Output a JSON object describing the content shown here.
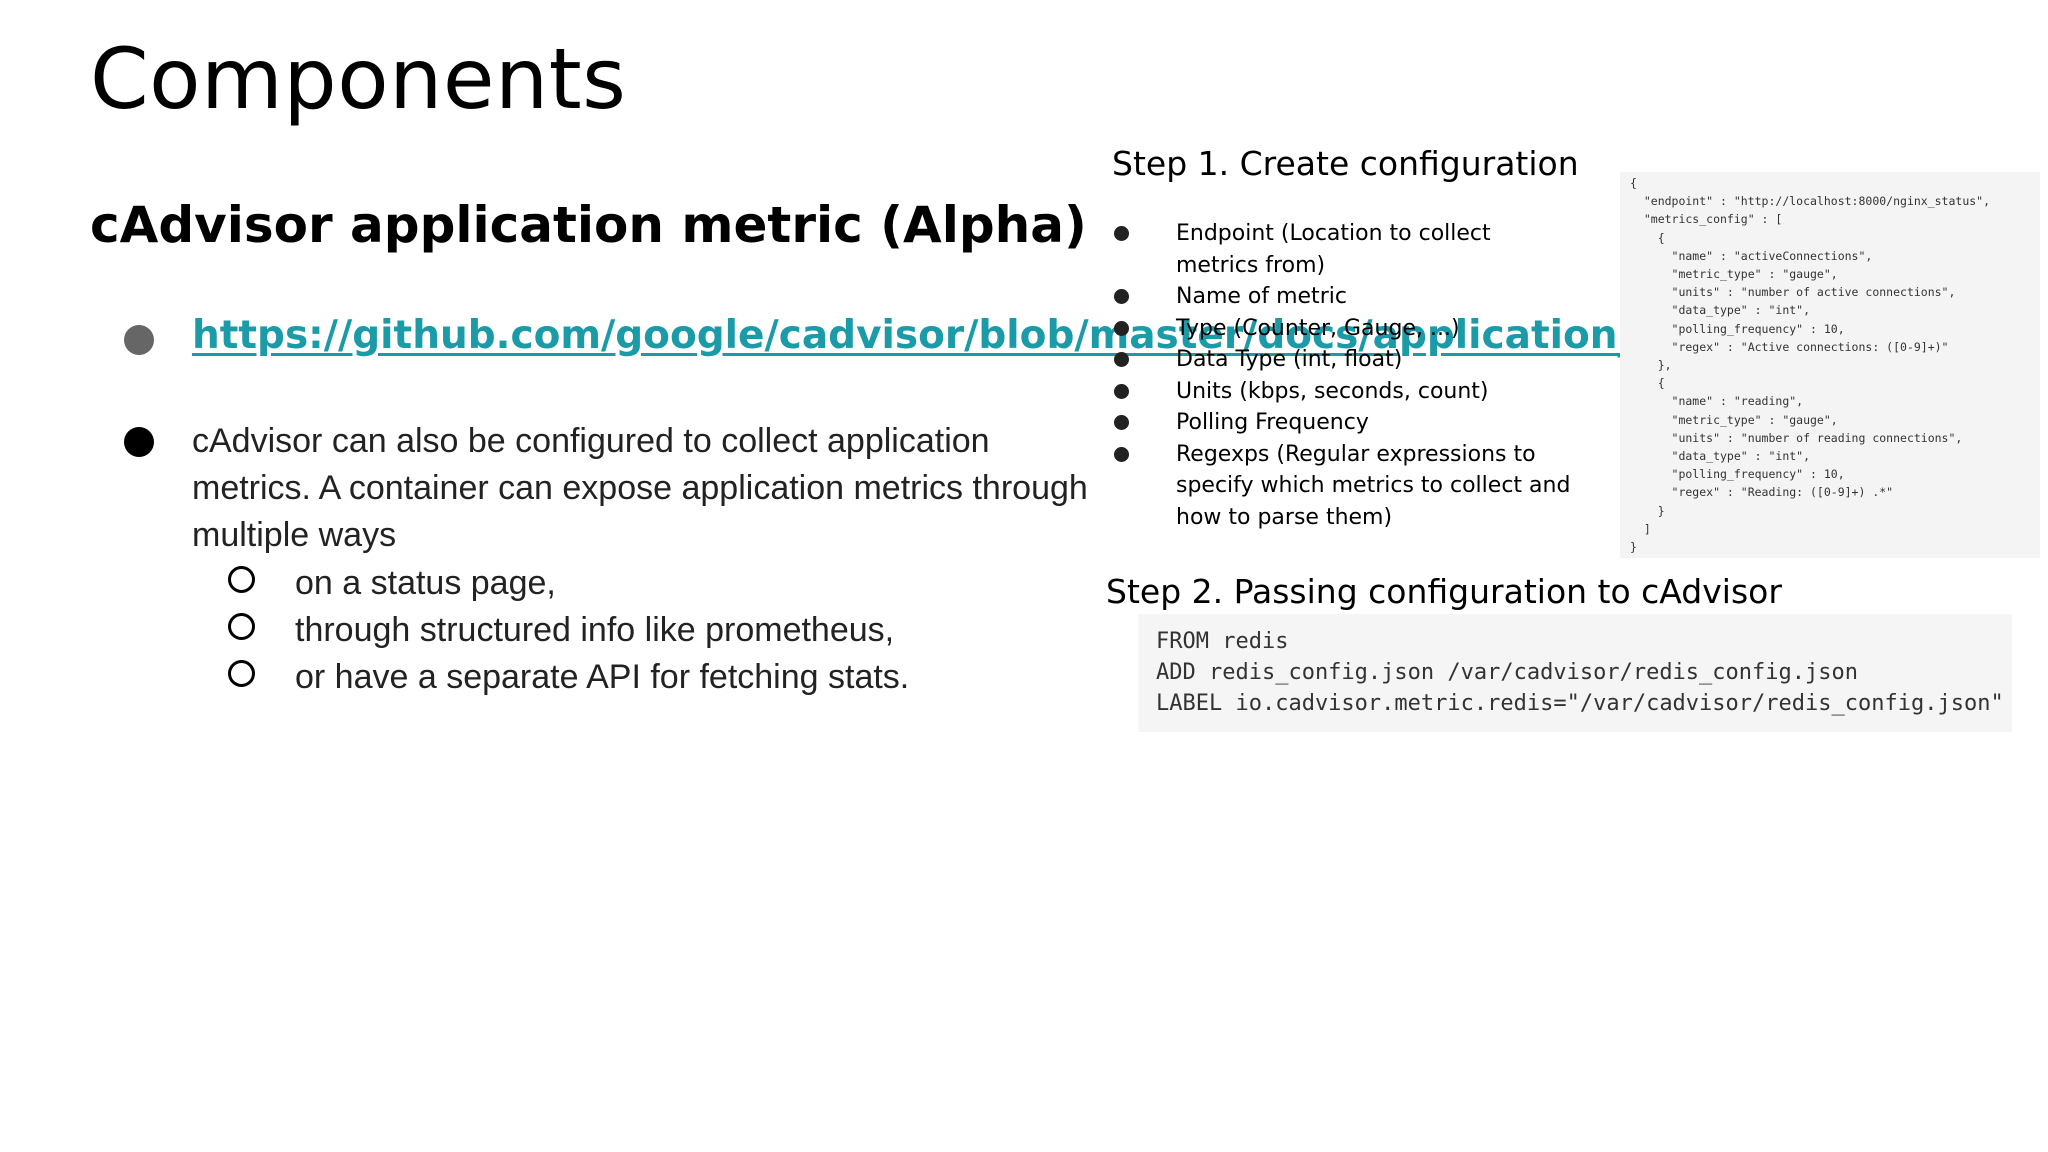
{
  "slide": {
    "title": "Components",
    "subtitle": "cAdvisor application metric (Alpha)"
  },
  "left": {
    "link_text": "https://github.com/google/cadvisor/blob/master/docs/application_metrics.md",
    "paragraph": "cAdvisor can also be configured to collect application metrics. A container can expose application metrics through multiple ways",
    "sub_items": [
      "on a status page,",
      "through structured info like prometheus,",
      "or have a separate API for fetching stats."
    ]
  },
  "step1": {
    "title": "Step 1. Create configuration",
    "items": [
      "Endpoint (Location to collect metrics from)",
      "Name of metric",
      "Type (Counter, Gauge, ...)",
      "Data Type (int, float)",
      "Units (kbps, seconds, count)",
      "Polling Frequency",
      "Regexps (Regular expressions to specify which metrics to collect and how to parse them)"
    ],
    "json_lines": [
      "{",
      "  \"endpoint\" : \"http://localhost:8000/nginx_status\",",
      "  \"metrics_config\" : [",
      "    {",
      "      \"name\" : \"activeConnections\",",
      "      \"metric_type\" : \"gauge\",",
      "      \"units\" : \"number of active connections\",",
      "      \"data_type\" : \"int\",",
      "      \"polling_frequency\" : 10,",
      "      \"regex\" : \"Active connections: ([0-9]+)\"",
      "    },",
      "    {",
      "      \"name\" : \"reading\",",
      "      \"metric_type\" : \"gauge\",",
      "      \"units\" : \"number of reading connections\",",
      "      \"data_type\" : \"int\",",
      "      \"polling_frequency\" : 10,",
      "      \"regex\" : \"Reading: ([0-9]+) .*\"",
      "    }",
      "  ]",
      "}"
    ]
  },
  "step2": {
    "title": "Step 2. Passing configuration to cAdvisor",
    "code_lines": [
      "FROM redis",
      "ADD redis_config.json /var/cadvisor/redis_config.json",
      "LABEL io.cadvisor.metric.redis=\"/var/cadvisor/redis_config.json\""
    ]
  },
  "colors": {
    "link": "#1b9aa8",
    "text": "#222222",
    "code_panel": "#f5f5f5"
  }
}
